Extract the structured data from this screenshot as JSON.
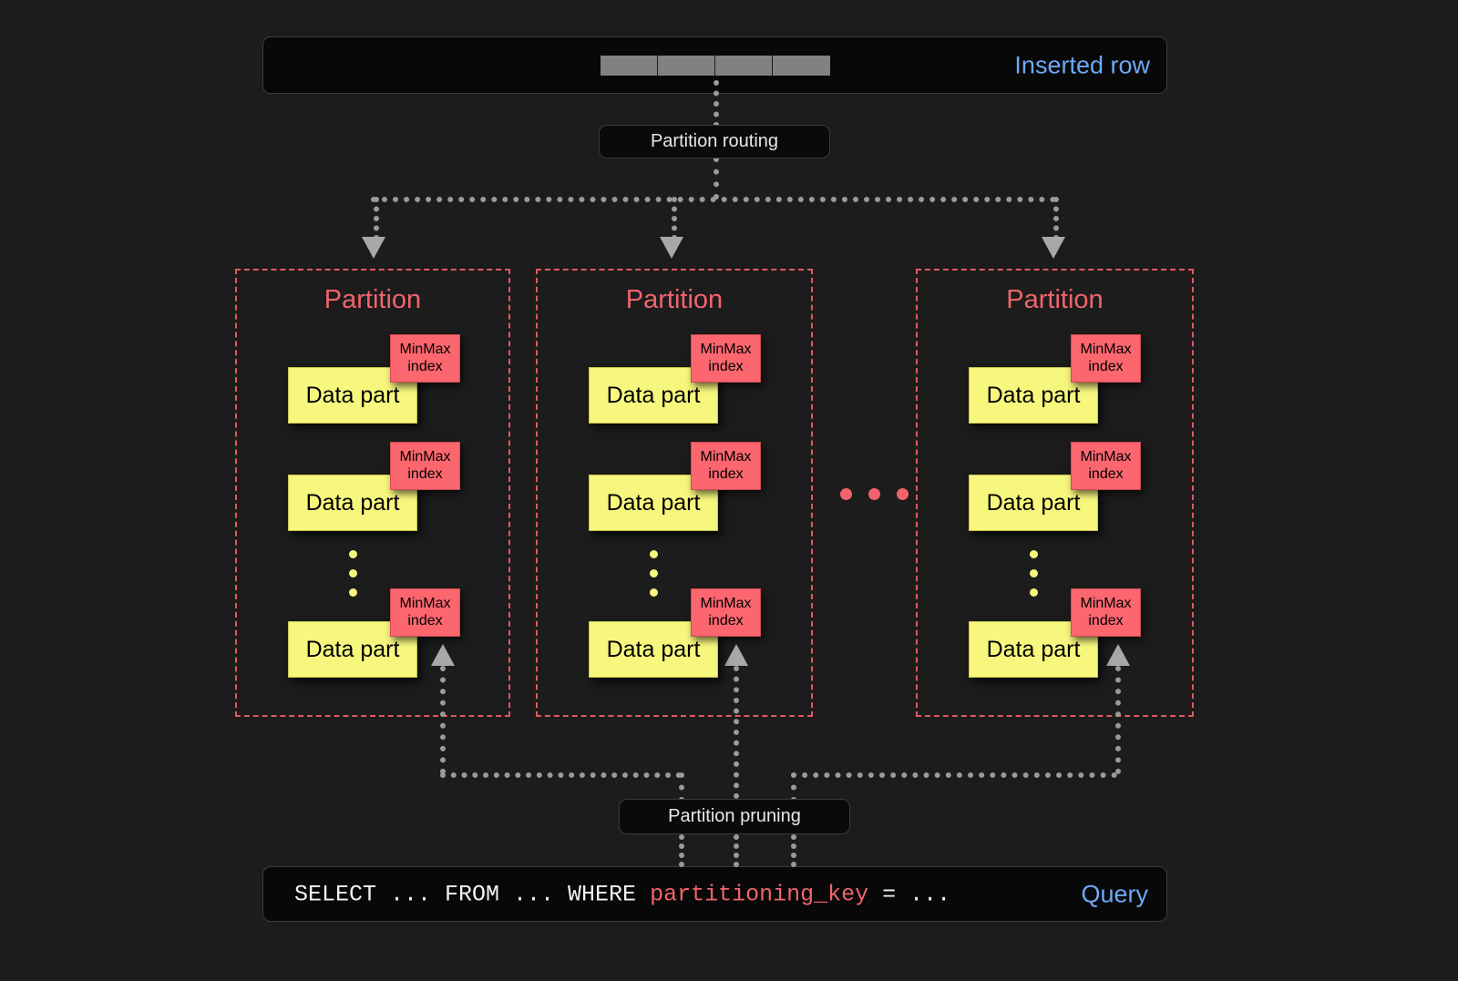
{
  "diagram": {
    "title": "ClickHouse partitioning: insert routing and partition pruning",
    "background_color": "#1c1c1c",
    "accent_partition_color": "#f1646c",
    "accent_datapart_color": "#f7f77e",
    "accent_link_color": "#6da8f7",
    "connector_color": "#9a9a9a"
  },
  "inserted_row": {
    "label": "Inserted row",
    "cells": [
      "",
      "",
      "",
      ""
    ],
    "cell_color": "#818181"
  },
  "routing": {
    "label": "Partition routing"
  },
  "pruning": {
    "label": "Partition pruning"
  },
  "partitions": [
    {
      "title": "Partition",
      "data_parts": [
        {
          "label": "Data part",
          "index_label": "MinMax\nindex",
          "index_line1": "MinMax",
          "index_line2": "index"
        },
        {
          "label": "Data part",
          "index_label": "MinMax\nindex",
          "index_line1": "MinMax",
          "index_line2": "index"
        },
        {
          "label": "Data part",
          "index_label": "MinMax\nindex",
          "index_line1": "MinMax",
          "index_line2": "index"
        }
      ],
      "ellipsis": "⋮"
    },
    {
      "title": "Partition",
      "data_parts": [
        {
          "label": "Data part",
          "index_line1": "MinMax",
          "index_line2": "index"
        },
        {
          "label": "Data part",
          "index_line1": "MinMax",
          "index_line2": "index"
        },
        {
          "label": "Data part",
          "index_line1": "MinMax",
          "index_line2": "index"
        }
      ],
      "ellipsis": "⋮"
    },
    {
      "title": "Partition",
      "data_parts": [
        {
          "label": "Data part",
          "index_line1": "MinMax",
          "index_line2": "index"
        },
        {
          "label": "Data part",
          "index_line1": "MinMax",
          "index_line2": "index"
        },
        {
          "label": "Data part",
          "index_line1": "MinMax",
          "index_line2": "index"
        }
      ],
      "ellipsis": "⋮"
    }
  ],
  "partitions_ellipsis": "…",
  "query": {
    "label": "Query",
    "prefix": "SELECT ... FROM ... WHERE ",
    "key": "partitioning_key",
    "suffix": " = ..."
  }
}
